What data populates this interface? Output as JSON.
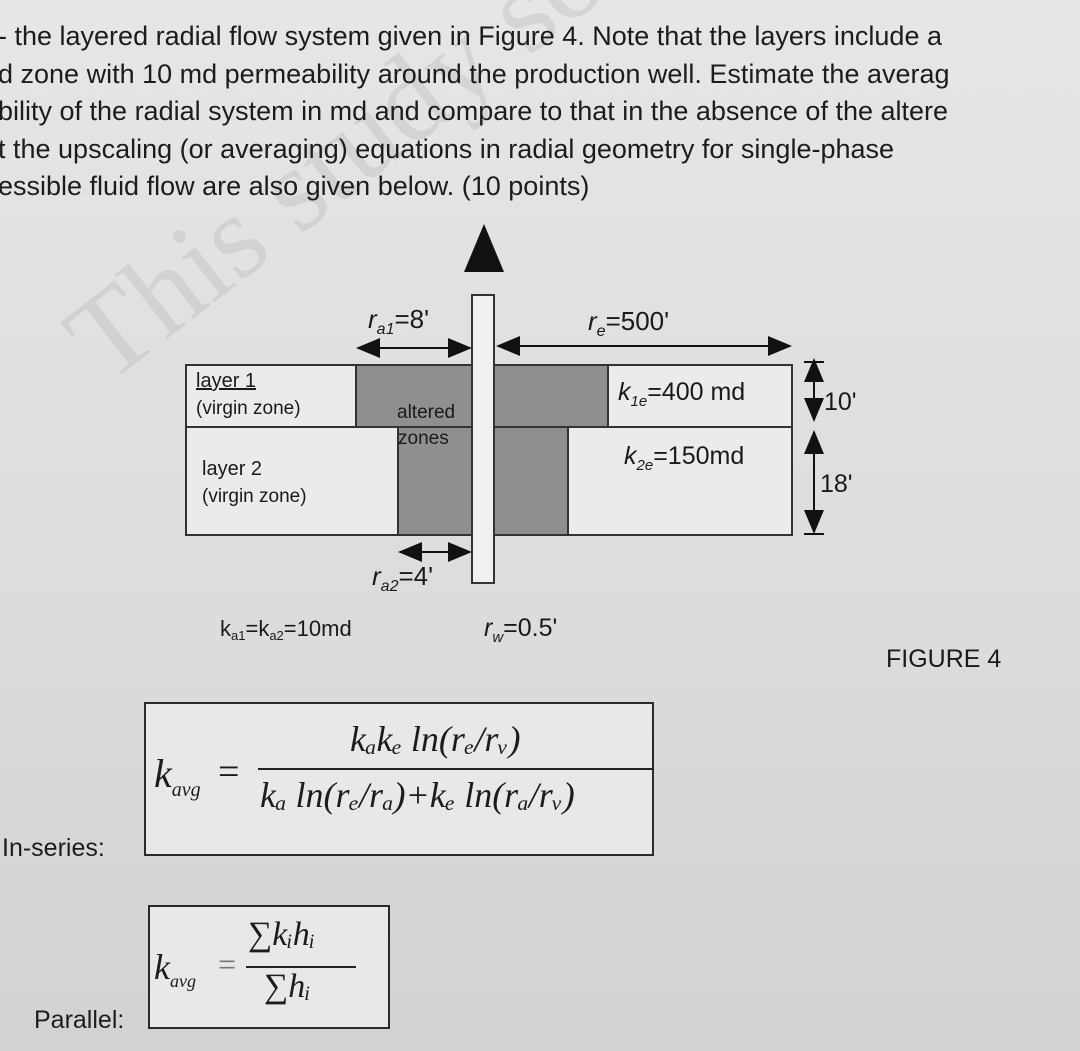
{
  "problem_lines": [
    "- the layered radial flow system given in Figure 4. Note that the layers include a",
    "d zone with 10 md permeability around the production well. Estimate the averag",
    "bility of the radial system in md and compare to that in the absence of the altere",
    "t the upscaling (or averaging) equations in radial geometry for single-phase",
    "essible fluid flow are also given below. (10 points)"
  ],
  "figure": {
    "ra1": "r",
    "ra1_sub": "a1",
    "ra1_val": "=8'",
    "re": "r",
    "re_sub": "e",
    "re_val": "=500'",
    "layer1": "layer 1",
    "layer1_zone": "(virgin zone)",
    "layer2": "layer 2",
    "layer2_zone": "(virgin zone)",
    "altered1": "altered",
    "altered2": "zones",
    "k1e": "k",
    "k1e_sub": "1e",
    "k1e_val": "=400 md",
    "k2e": "k",
    "k2e_sub": "2e",
    "k2e_val": "=150md",
    "h1": "10'",
    "h2": "18'",
    "ra2": "r",
    "ra2_sub": "a2",
    "ra2_val": "=4'",
    "ka": "k",
    "ka1_sub": "a1",
    "ka_mid": "=k",
    "ka2_sub": "a2",
    "ka_val": "=10md",
    "rw": "r",
    "rw_sub": "w",
    "rw_val": "=0.5'",
    "caption": "FIGURE 4"
  },
  "formulas": {
    "series_label": "In-series:",
    "series_lhs": "k",
    "series_lhs_sub": "avg",
    "series_eq": "=",
    "series_num": "kₐkₑ ln(rₑ/rᵥ)",
    "series_den": "kₐ ln(rₑ/rₐ)+kₑ ln(rₐ/rᵥ)",
    "parallel_label": "Parallel:",
    "parallel_lhs": "k",
    "parallel_lhs_sub": "avg",
    "parallel_eq": "=",
    "parallel_num": "∑kᵢhᵢ",
    "parallel_den": "∑hᵢ"
  },
  "watermark": "This study source was downloaded from CourseHero"
}
